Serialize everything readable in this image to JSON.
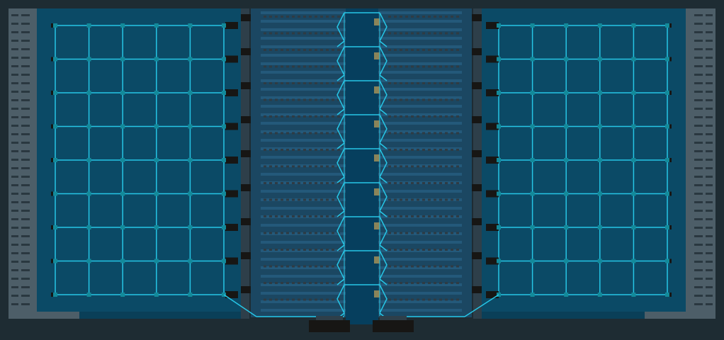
{
  "scene": {
    "type": "top-down-facility-blueprint",
    "grid_columns": 6,
    "grid_rows": 9
  },
  "colors": {
    "background": "#1e2c33",
    "wall_gray": "#4d5e68",
    "wall_dash": "#2a3840",
    "floor": "#0b4a66",
    "floor_dark": "#0a3f58",
    "conduit": "#26c6e6",
    "node": "#138a9a",
    "dark_block": "#171614",
    "aisle": "#1b4762",
    "aisle_stripe": "#24597a",
    "rack_dot": "#2e3b44",
    "rack_dot_cyan": "#16a7b6",
    "spine": "#063f5e",
    "tan_block": "#8a8459",
    "pillar": "#2e3f4a"
  },
  "elements": {
    "left_wall": {
      "name": "left-wall",
      "kind": "wall"
    },
    "right_wall": {
      "name": "right-wall",
      "kind": "wall"
    },
    "left_floor": {
      "name": "left-floor-panel",
      "kind": "floor"
    },
    "right_floor": {
      "name": "right-floor-panel",
      "kind": "floor"
    },
    "center_corridor": {
      "name": "center-corridor",
      "kind": "corridor"
    },
    "spine": {
      "name": "central-spine",
      "kind": "conduit"
    },
    "bottom_vents": {
      "name": "bottom-vents",
      "kind": "vent"
    }
  }
}
